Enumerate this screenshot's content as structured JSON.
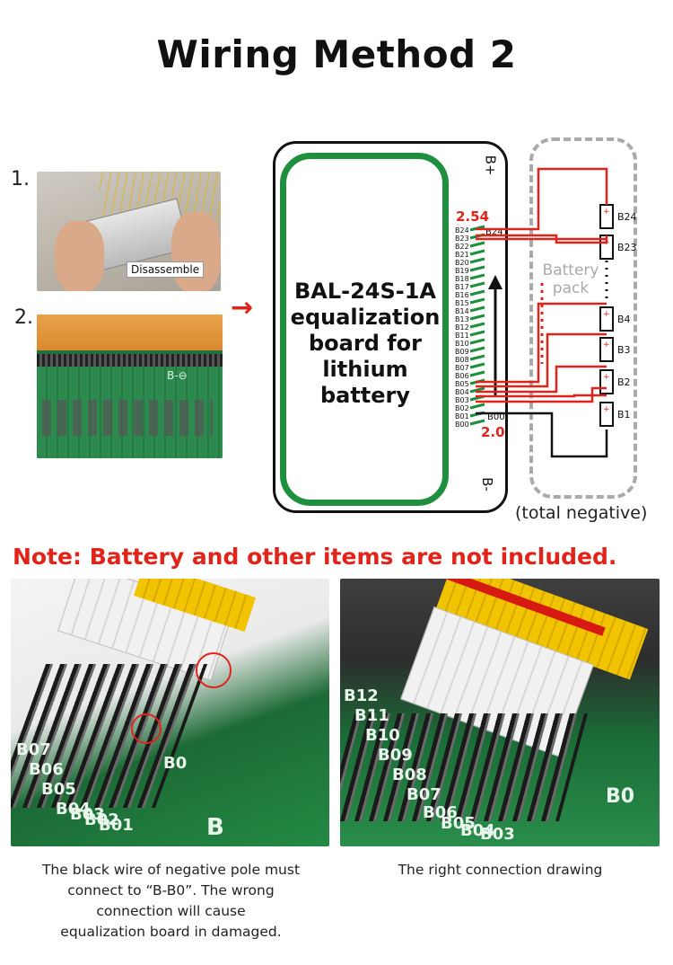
{
  "title": "Wiring Method 2",
  "steps": {
    "step1": "1.",
    "step2": "2."
  },
  "photo1_label": "Disassemble",
  "photo2_board_mark": "B-⊖",
  "board": {
    "name_line1": "BAL-24S-1A",
    "name_line2": "equalization",
    "name_line3": "board for",
    "name_line4": "lithium",
    "name_line5": "battery",
    "b_plus": "B+",
    "b_minus": "B-",
    "top_pitch": "2.54",
    "bottom_pitch": "2.0",
    "b24_label": "B24",
    "b00_label": "B00",
    "pins": [
      "B24",
      "B23",
      "B22",
      "B21",
      "B20",
      "B19",
      "B18",
      "B17",
      "B16",
      "B15",
      "B14",
      "B13",
      "B12",
      "B11",
      "B10",
      "B09",
      "B08",
      "B07",
      "B06",
      "B05",
      "B04",
      "B03",
      "B02",
      "B01",
      "B00"
    ]
  },
  "pack": {
    "label": "Battery pack",
    "cells": [
      "B24",
      "B23",
      "B4",
      "B3",
      "B2",
      "B1"
    ],
    "total_negative": "(total negative)"
  },
  "note": "Note: Battery and other items are not included.",
  "photo3_marks": [
    "B07",
    "B06",
    "B05",
    "B04",
    "B03",
    "B02",
    "B01",
    "B0",
    "B"
  ],
  "photo4_marks": [
    "B12",
    "B11",
    "B10",
    "B09",
    "B08",
    "B07",
    "B06",
    "B05",
    "B04",
    "B03",
    "B0"
  ],
  "captions": {
    "left_line1": "The black wire of negative pole must",
    "left_line2": "connect to “B-B0”. The wrong",
    "left_line3": "connection will cause",
    "left_line4": "equalization board in damaged.",
    "right": "The right connection drawing"
  },
  "colors": {
    "red": "#e2231a",
    "green": "#1e8f3c",
    "gray": "#aaaaaa"
  }
}
